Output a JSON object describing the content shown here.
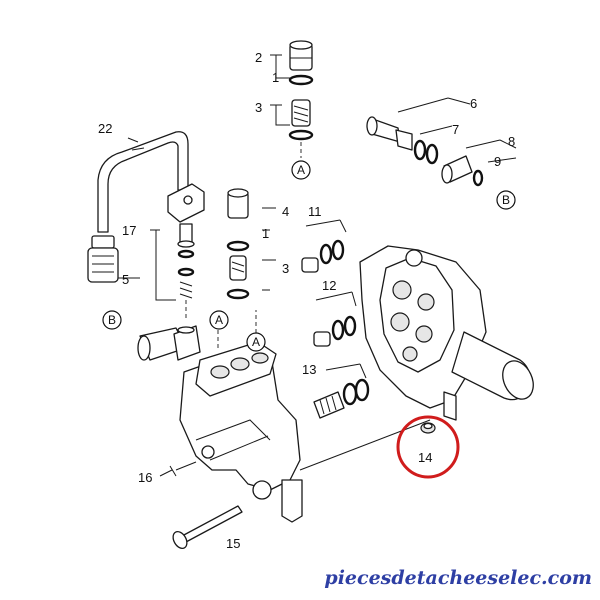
{
  "labels": {
    "p1a": "1",
    "p1b": "1",
    "p2": "2",
    "p3a": "3",
    "p3b": "3",
    "p4": "4",
    "p5": "5",
    "p6": "6",
    "p7": "7",
    "p8": "8",
    "p9": "9",
    "p11": "11",
    "p12": "12",
    "p13": "13",
    "p14": "14",
    "p15": "15",
    "p16": "16",
    "p17": "17",
    "p22": "22"
  },
  "refs": {
    "a1": "A",
    "a2": "A",
    "a3": "A",
    "b1": "B",
    "b2": "B"
  },
  "highlight_color": "#d01c1c",
  "watermark": "piecesdetacheeselec.com"
}
